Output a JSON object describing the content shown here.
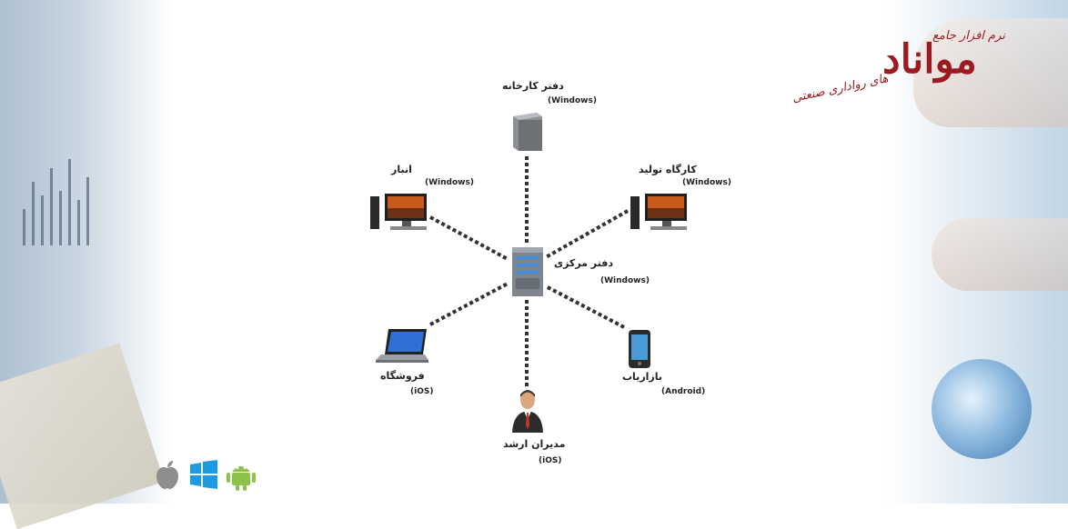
{
  "brand": {
    "name": "مواناد",
    "tagline_top": "نرم افزار جامع",
    "tagline_sub": "های رواداری صنعتی"
  },
  "diagram": {
    "hub": {
      "name": "دفتر مرکزی",
      "os": "(Windows)",
      "icon": "server-tower-icon"
    },
    "nodes": [
      {
        "id": "factory-office",
        "name": "دفتر کارخانه",
        "os": "(Windows)",
        "icon": "pc-tower-icon"
      },
      {
        "id": "warehouse",
        "name": "انبار",
        "os": "(Windows)",
        "icon": "desktop-computer-icon"
      },
      {
        "id": "production-workshop",
        "name": "کارگاه تولید",
        "os": "(Windows)",
        "icon": "desktop-computer-icon"
      },
      {
        "id": "store",
        "name": "فروشگاه",
        "os": "(iOS)",
        "icon": "laptop-icon"
      },
      {
        "id": "marketer",
        "name": "بازاریاب",
        "os": "(Android)",
        "icon": "mobile-phone-icon"
      },
      {
        "id": "senior-managers",
        "name": "مدیران ارشد",
        "os": "(iOS)",
        "icon": "businessman-icon"
      }
    ]
  },
  "platforms": [
    {
      "name": "apple",
      "icon": "apple-icon",
      "color": "#8e8e8e"
    },
    {
      "name": "windows",
      "icon": "windows-icon",
      "color": "#1e9be0"
    },
    {
      "name": "android",
      "icon": "android-icon",
      "color": "#8bc34a"
    }
  ]
}
